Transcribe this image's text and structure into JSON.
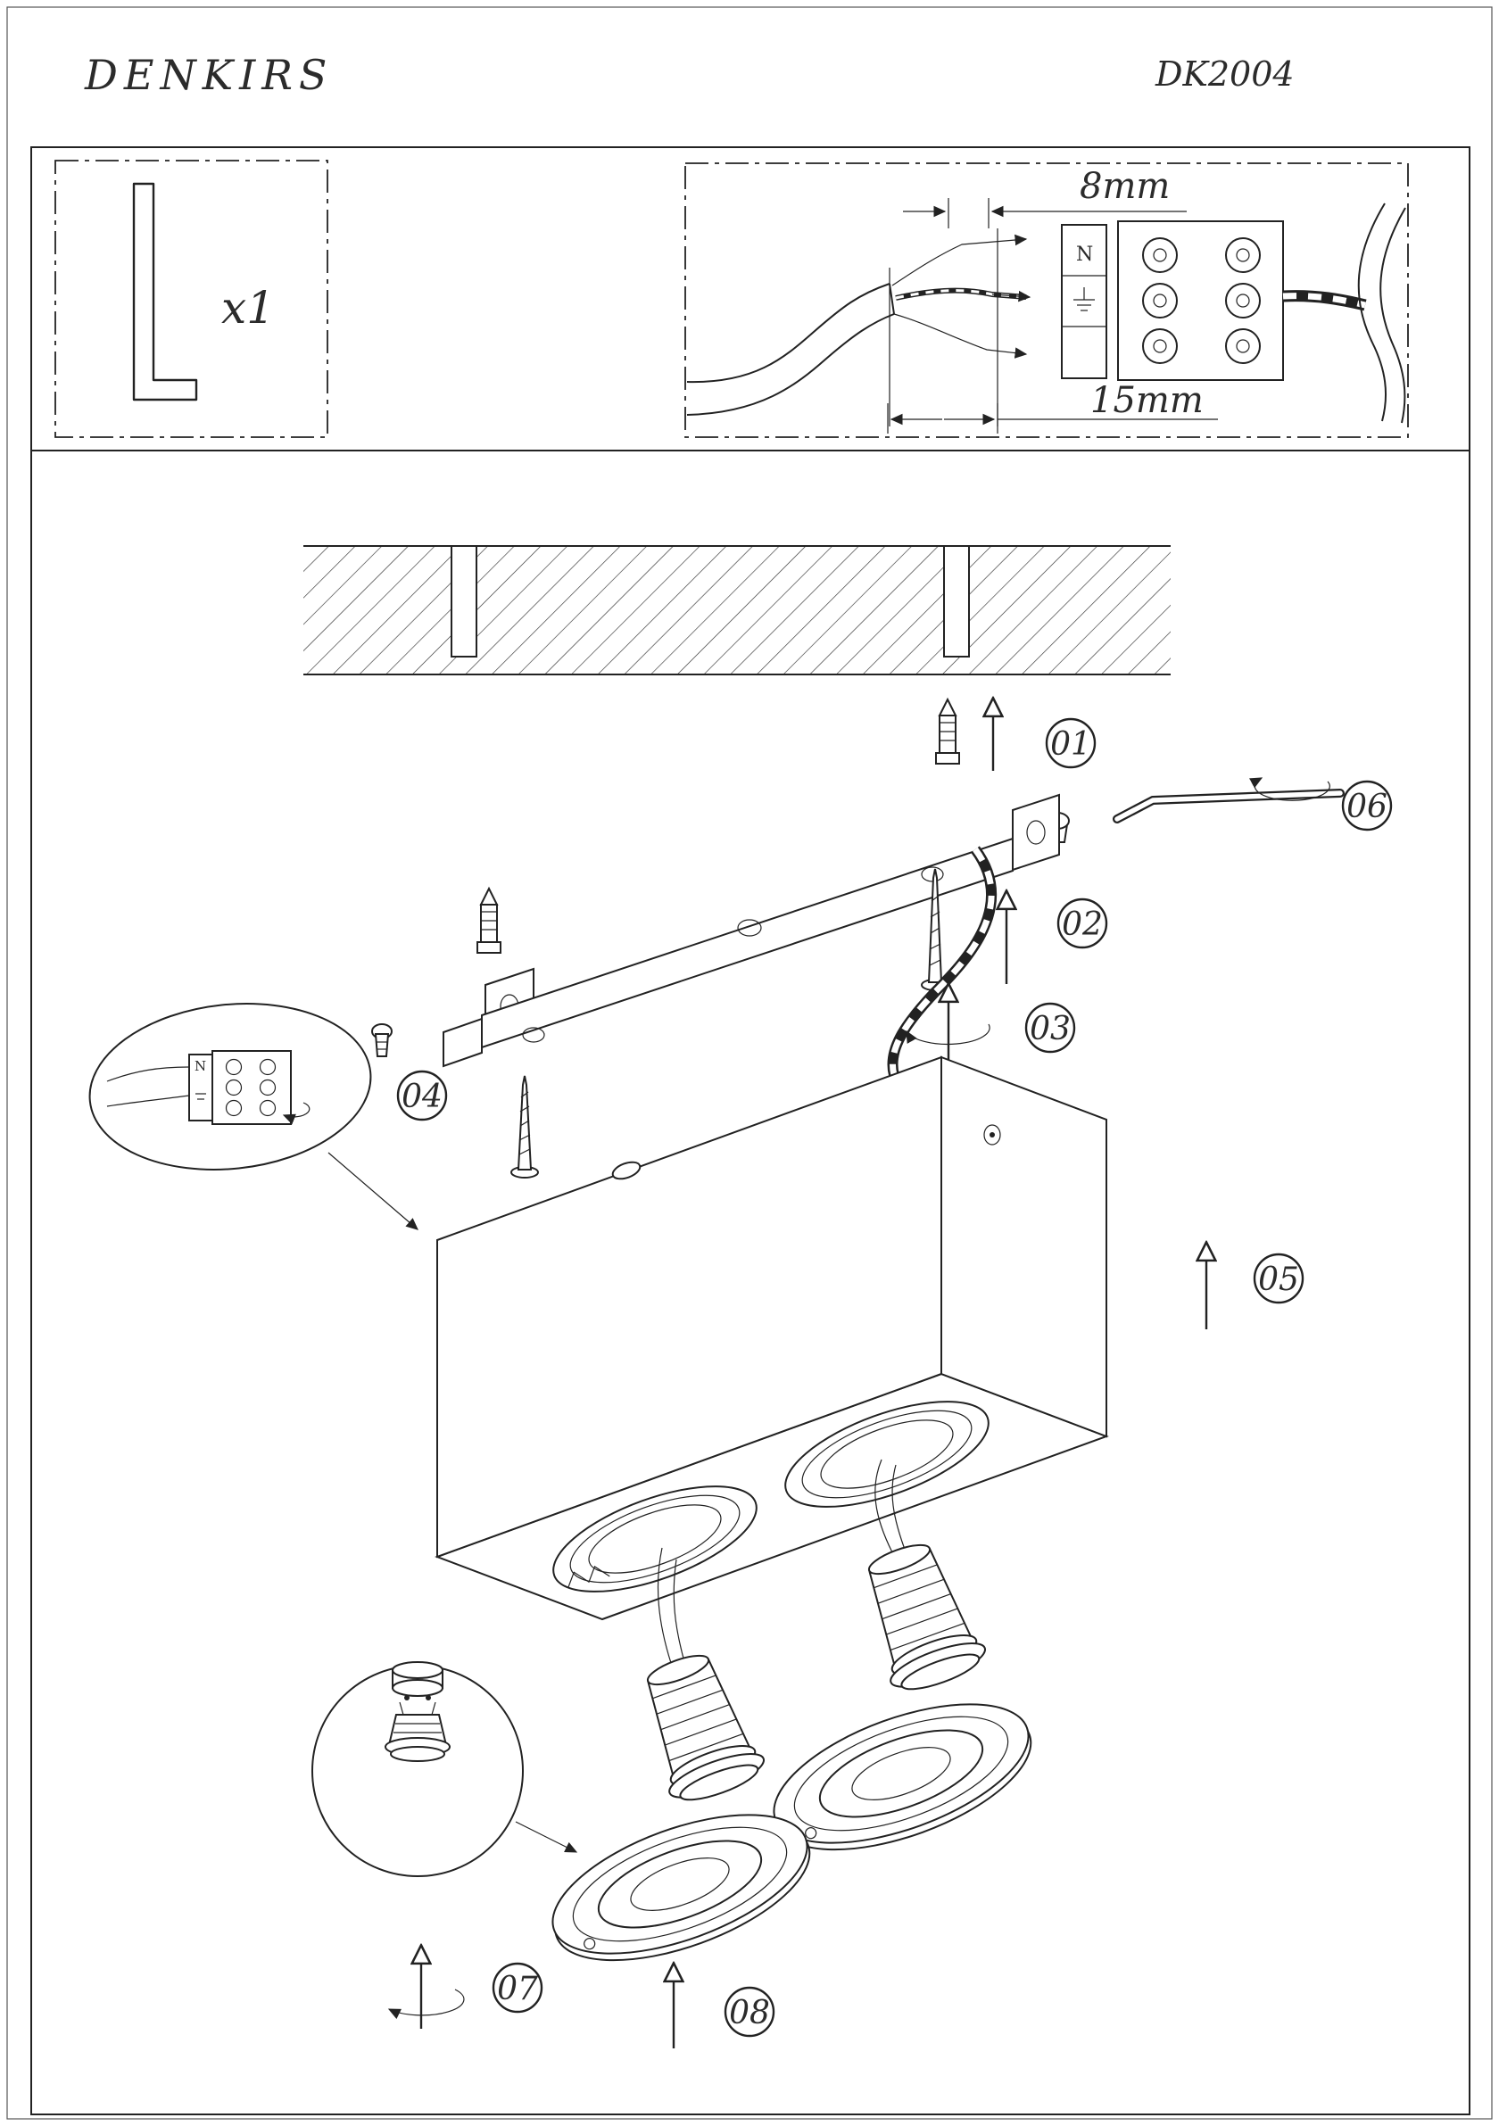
{
  "header": {
    "brand": "DENKIRS",
    "model": "DK2004"
  },
  "parts": {
    "hex_key_qty": "x1"
  },
  "wiring": {
    "dim_strip": "8mm",
    "dim_sheath": "15mm",
    "neutral": "N"
  },
  "steps": [
    {
      "label": "01"
    },
    {
      "label": "02"
    },
    {
      "label": "03"
    },
    {
      "label": "04"
    },
    {
      "label": "05"
    },
    {
      "label": "06"
    },
    {
      "label": "07"
    },
    {
      "label": "08"
    }
  ],
  "colors": {
    "line": "#222222",
    "background": "#ffffff"
  }
}
